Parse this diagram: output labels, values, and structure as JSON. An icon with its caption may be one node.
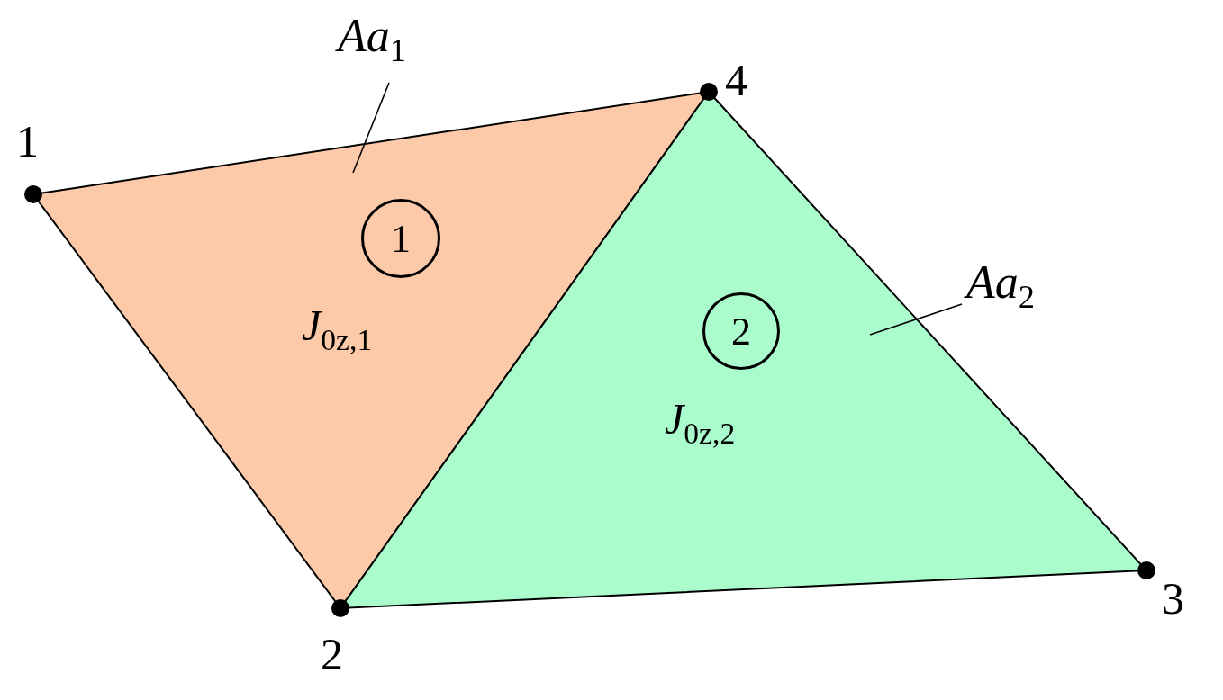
{
  "diagram": {
    "nodes": [
      {
        "text": [
          "*J*$_{0z,1}$"
        ]
      },
      {
        "text": [
          "1"
        ],
        "in": 0
      },
      {
        "text": [
          "*J*$_{0z,2}$"
        ]
      },
      {
        "text": [
          "2"
        ],
        "in": 2
      },
      {
        "text": [
          "*Aa*$_{1}$"
        ]
      },
      {
        "text": [
          "*Aa*$_{2}$"
        ]
      }
    ],
    "edges": [
      {
        "from": 4,
        "to": 0,
        "arrow": "none"
      },
      {
        "from": 5,
        "to": 2,
        "arrow": "none"
      }
    ],
    "labels": [
      "4",
      "1",
      "3",
      "2"
    ]
  }
}
